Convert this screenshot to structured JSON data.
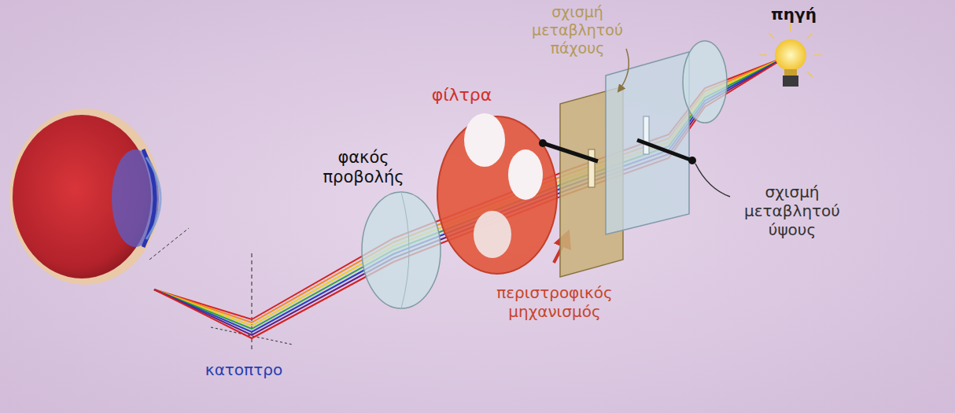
{
  "diagram": {
    "labels": [
      "πηγή",
      "σχισμή μεταβλητού πάχους",
      "φίλτρα",
      "φακός προβολής",
      "σχισμή μεταβλητού ύψους",
      "περιστροφικός μηχανισμός",
      "κατοπτρο"
    ]
  }
}
